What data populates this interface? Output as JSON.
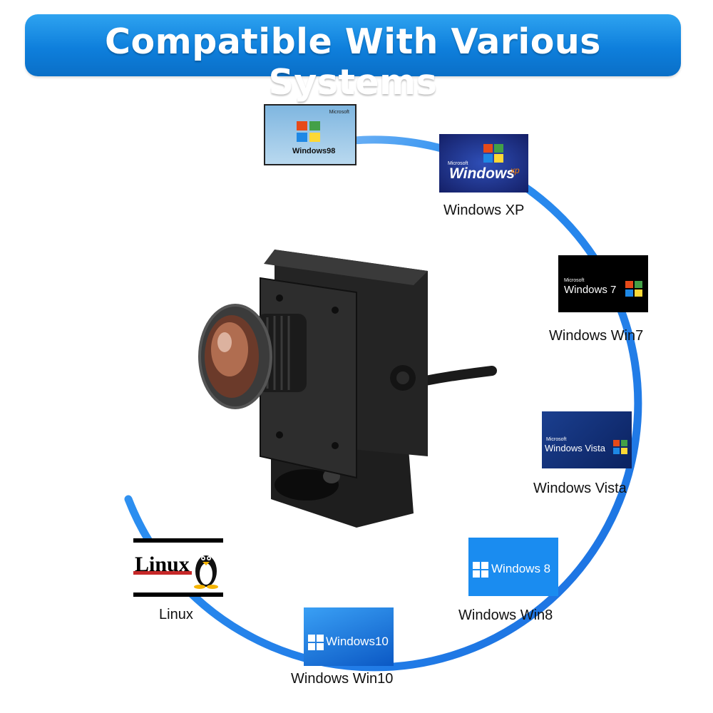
{
  "banner": {
    "title": "Compatible With Various Systems"
  },
  "systems": [
    {
      "id": "win98",
      "logo_text": "Windows98",
      "brand": "Microsoft",
      "caption": ""
    },
    {
      "id": "winxp",
      "logo_text": "Windows",
      "logo_suffix": "xp",
      "brand": "Microsoft",
      "caption": "Windows XP"
    },
    {
      "id": "win7",
      "logo_text": "Windows 7",
      "brand": "Microsoft",
      "caption": "Windows Win7"
    },
    {
      "id": "vista",
      "logo_text": "Windows Vista",
      "brand": "Microsoft",
      "caption": "Windows Vista"
    },
    {
      "id": "win8",
      "logo_text": "Windows 8",
      "caption": "Windows Win8"
    },
    {
      "id": "win10",
      "logo_text": "Windows10",
      "caption": "Windows Win10"
    },
    {
      "id": "linux",
      "logo_text": "Linux",
      "caption": "Linux"
    }
  ],
  "colors": {
    "banner": "#0e7fdc",
    "arc": "#1e7fe8",
    "win8_tile": "#1a8cf0",
    "xp_bg": "#1d2f87"
  },
  "icons": [
    "windows-flag-icon",
    "tux-penguin-icon",
    "camera-illustration"
  ]
}
